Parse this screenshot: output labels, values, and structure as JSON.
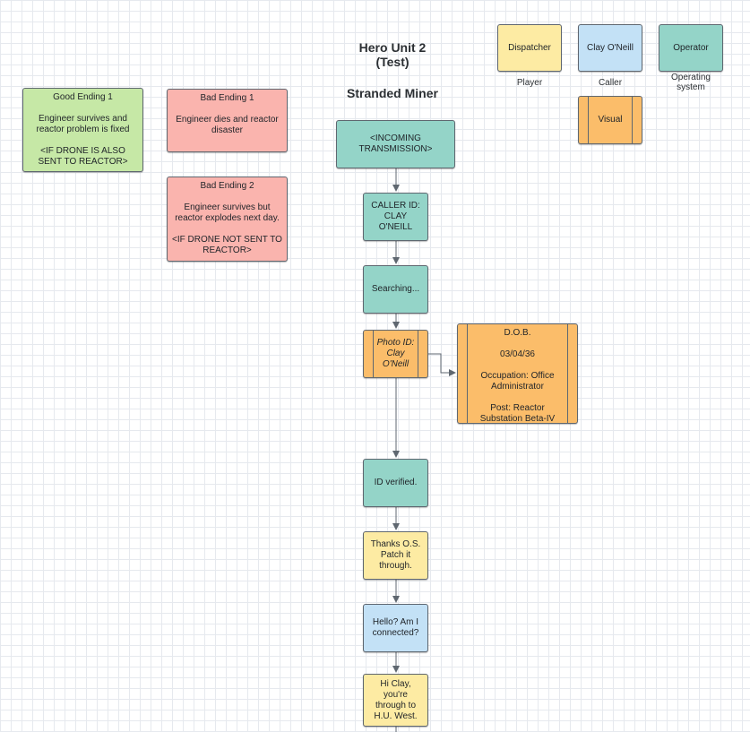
{
  "title": {
    "line1": "Hero Unit 2\n(Test)",
    "line2": "Stranded Miner"
  },
  "legend": {
    "dispatcher": {
      "label": "Dispatcher",
      "caption": "Player"
    },
    "caller": {
      "label": "Clay O'Neill",
      "caption": "Caller"
    },
    "operator": {
      "label": "Operator",
      "caption": "Operating\nsystem"
    },
    "visual": {
      "label": "Visual"
    }
  },
  "endings": {
    "good1": "Good Ending 1\n\nEngineer survives and\nreactor problem is fixed\n\n<IF DRONE IS ALSO\nSENT TO REACTOR>",
    "bad1": "Bad Ending 1\n\nEngineer dies and reactor\ndisaster",
    "bad2": "Bad Ending 2\n\nEngineer survives but\nreactor explodes next day.\n\n<IF DRONE NOT SENT TO\nREACTOR>"
  },
  "flow": {
    "incoming": "<INCOMING\nTRANSMISSION>",
    "caller_id": "CALLER ID:\nCLAY\nO'NEILL",
    "searching": "Searching...",
    "photo_id": "Photo ID:\nClay\nO'Neill",
    "details": "D.O.B.\n\n03/04/36\n\nOccupation: Office\nAdministrator\n\nPost: Reactor\nSubstation Beta-IV",
    "verified": "ID verified.",
    "thanks": "Thanks O.S.\nPatch it\nthrough.",
    "hello": "Hello? Am I\nconnected?",
    "hi_clay": "Hi Clay,\nyou're\nthrough to\nH.U. West."
  },
  "colors": {
    "dispatcher": "#fdeba3",
    "caller": "#c3e1f6",
    "operator": "#94d4c8",
    "visual": "#fbbd6a",
    "good_ending": "#c6e8a6",
    "bad_ending": "#fab4ae",
    "connector": "#5f6770"
  }
}
